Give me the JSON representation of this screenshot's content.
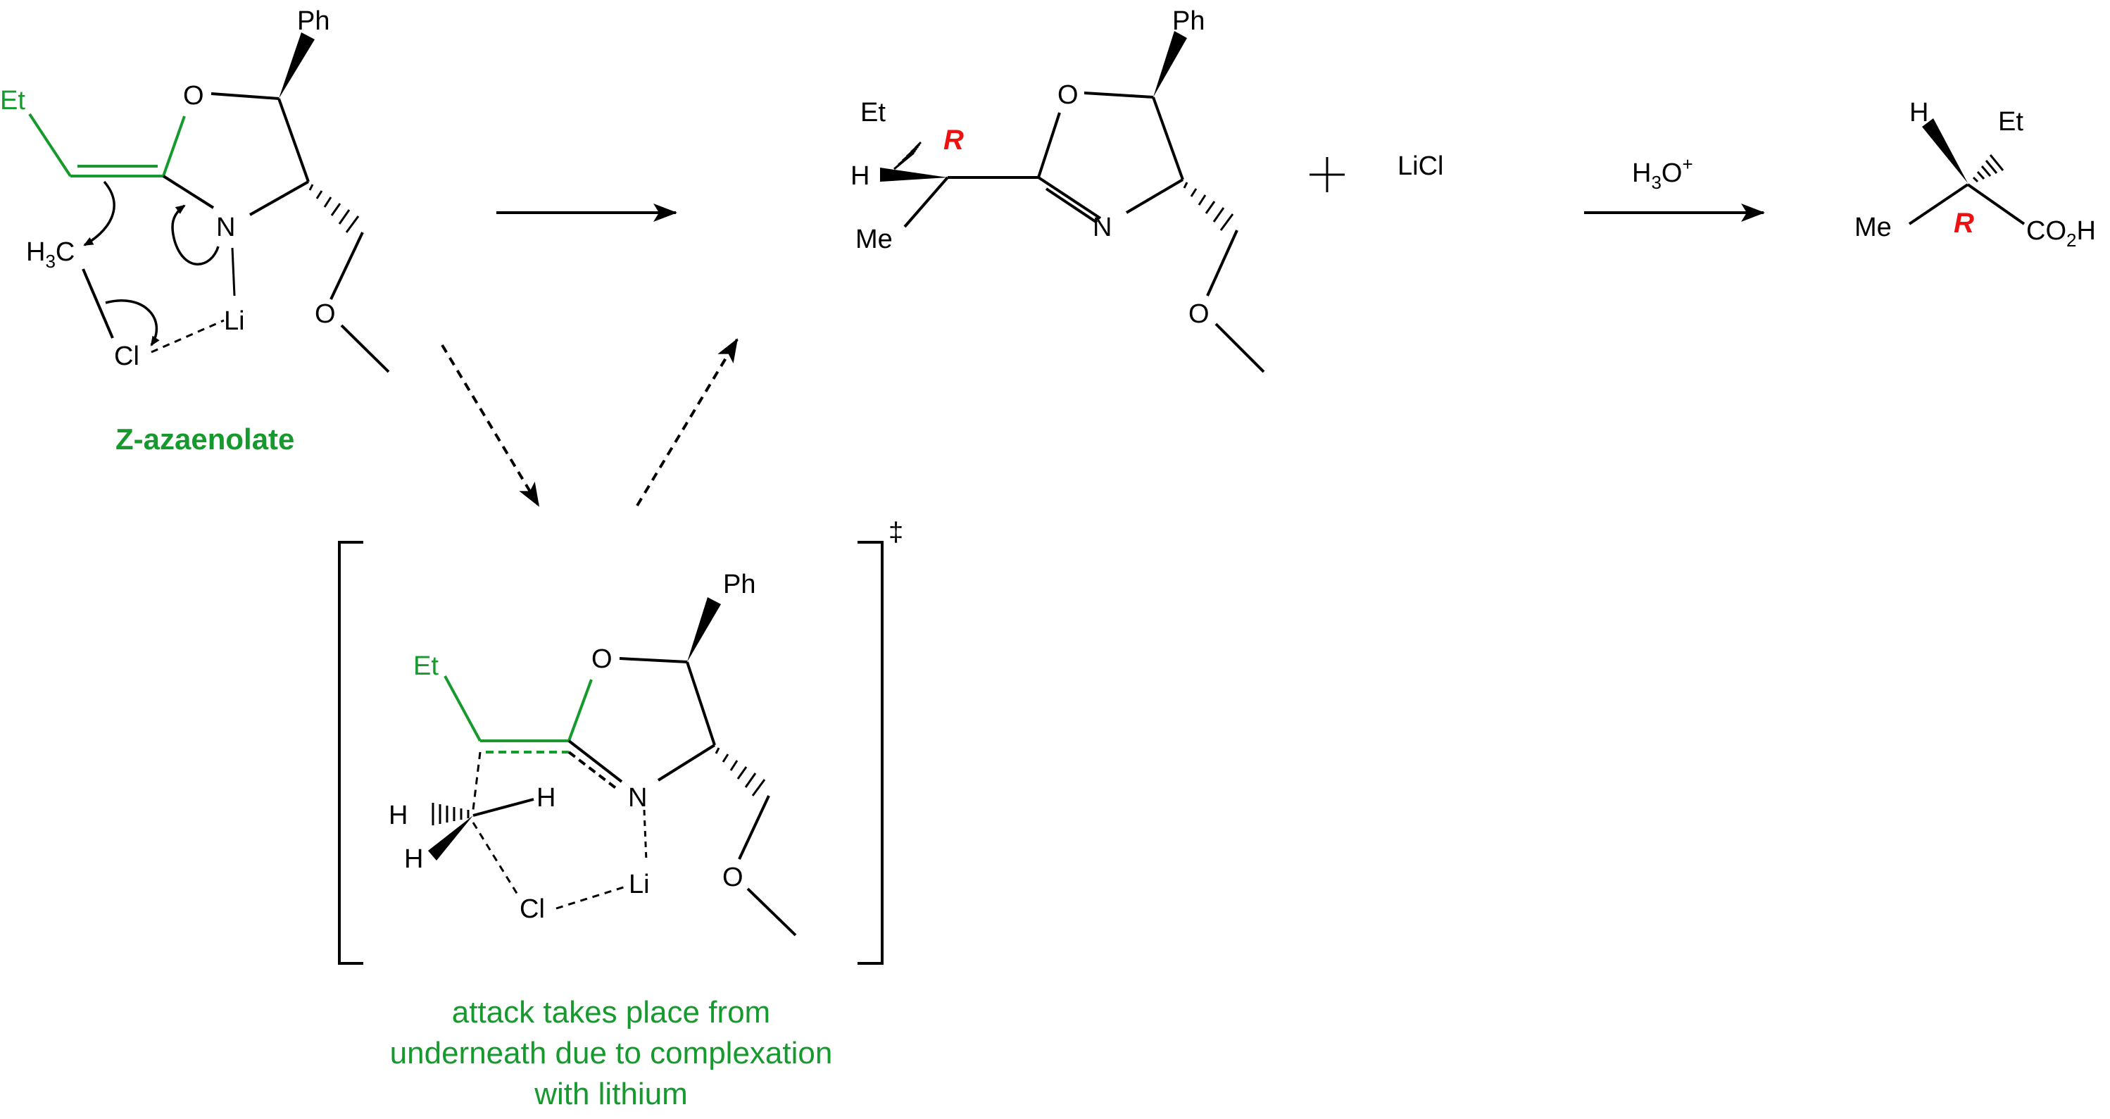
{
  "colors": {
    "bond": "#000000",
    "highlight": "#169a2e",
    "stereo_label": "#ee1111"
  },
  "azaenolate": {
    "title": "Z-azaenolate",
    "et": "Et",
    "o": "O",
    "n": "N",
    "ph": "Ph",
    "h": "H",
    "sub3": "3",
    "c": "C",
    "cl": "Cl",
    "li": "Li",
    "o_methoxy": "O"
  },
  "oxazoline_product": {
    "et": "Et",
    "h": "H",
    "me": "Me",
    "r": "R",
    "o": "O",
    "n": "N",
    "ph": "Ph",
    "o_methoxy": "O"
  },
  "byproduct": {
    "plus": "+",
    "licl": "LiCl"
  },
  "hydrolysis": {
    "reagent_h": "H",
    "reagent_sub": "3",
    "reagent_o": "O",
    "reagent_sup": "+"
  },
  "acid": {
    "h": "H",
    "et": "Et",
    "me": "Me",
    "r": "R",
    "co": "CO",
    "sub2": "2",
    "h_end": "H"
  },
  "transition_state": {
    "dagger": "‡",
    "et": "Et",
    "o": "O",
    "ph": "Ph",
    "n": "N",
    "h1": "H",
    "h2": "H",
    "h3": "H",
    "cl": "Cl",
    "li": "Li",
    "o_methoxy": "O"
  },
  "caption": {
    "line1": "attack takes place from",
    "line2": "underneath due to complexation",
    "line3": "with lithium"
  }
}
